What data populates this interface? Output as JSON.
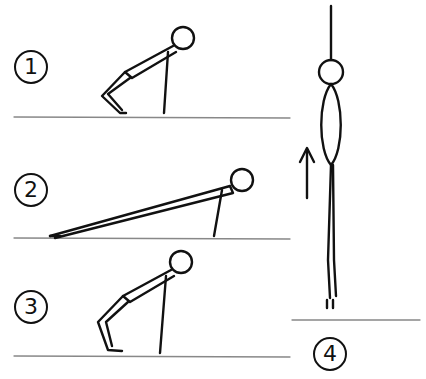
{
  "diagram": {
    "labels": [
      "1",
      "2",
      "3",
      "4"
    ]
  }
}
